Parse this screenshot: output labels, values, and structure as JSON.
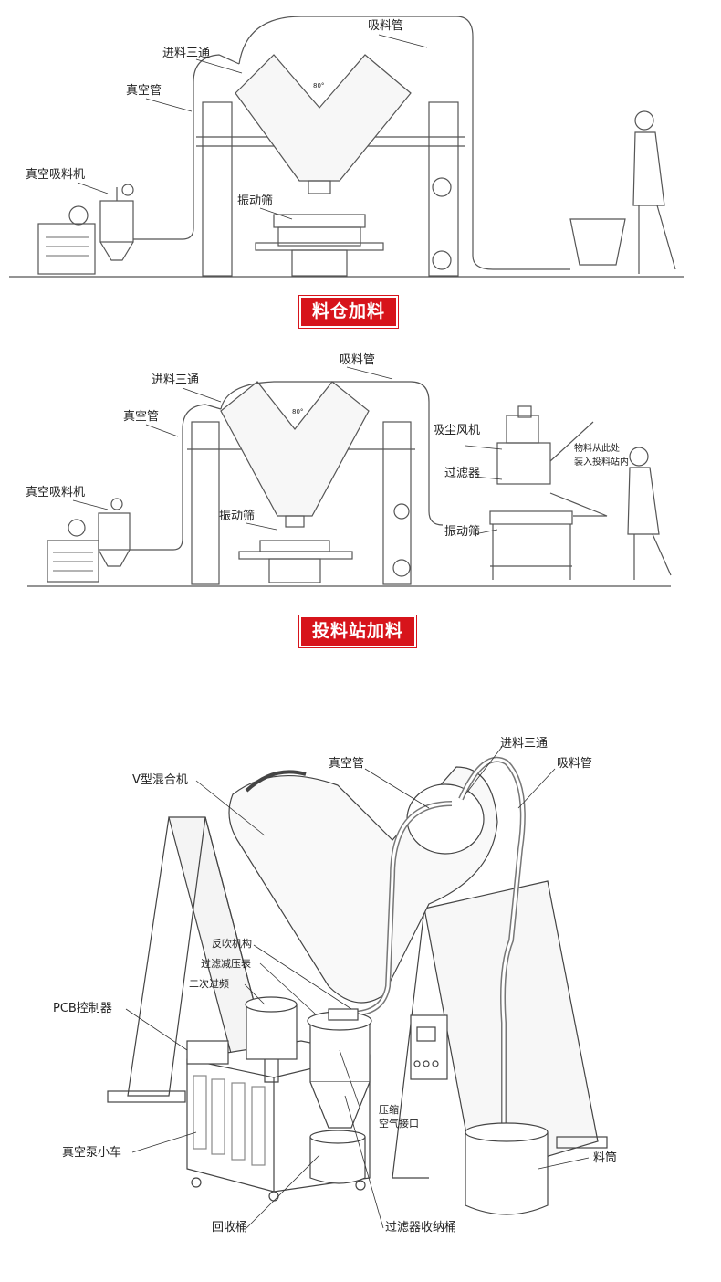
{
  "colors": {
    "accent": "#d7141b",
    "line": "#555555"
  },
  "section1": {
    "title": "料仓加料",
    "labels": {
      "suction_pipe": "吸料管",
      "feed_tee": "进料三通",
      "vacuum_pipe": "真空管",
      "vacuum_loader": "真空吸料机",
      "vibrating_screen": "振动筛",
      "angle": "80°"
    }
  },
  "section2": {
    "title": "投料站加料",
    "labels": {
      "suction_pipe": "吸料管",
      "feed_tee": "进料三通",
      "vacuum_pipe": "真空管",
      "vacuum_loader": "真空吸料机",
      "vibrating_screen": "振动筛",
      "dust_fan": "吸尘风机",
      "filter": "过滤器",
      "station_screen": "振动筛",
      "note_line1": "物料从此处",
      "note_line2": "装入投料站内",
      "angle": "80°"
    }
  },
  "section3": {
    "labels": {
      "feed_tee": "进料三通",
      "vacuum_pipe": "真空管",
      "suction_pipe": "吸料管",
      "v_mixer": "V型混合机",
      "backflush": "反吹机构",
      "filter_gauge": "过滤减压表",
      "secondary_filter": "二次过频",
      "pcb_controller": "PCB控制器",
      "compressed_air_1": "压缩",
      "compressed_air_2": "空气接口",
      "pump_cart": "真空泵小车",
      "material_drum": "料筒",
      "recovery_bucket": "回收桶",
      "filter_bucket": "过滤器收纳桶"
    }
  }
}
